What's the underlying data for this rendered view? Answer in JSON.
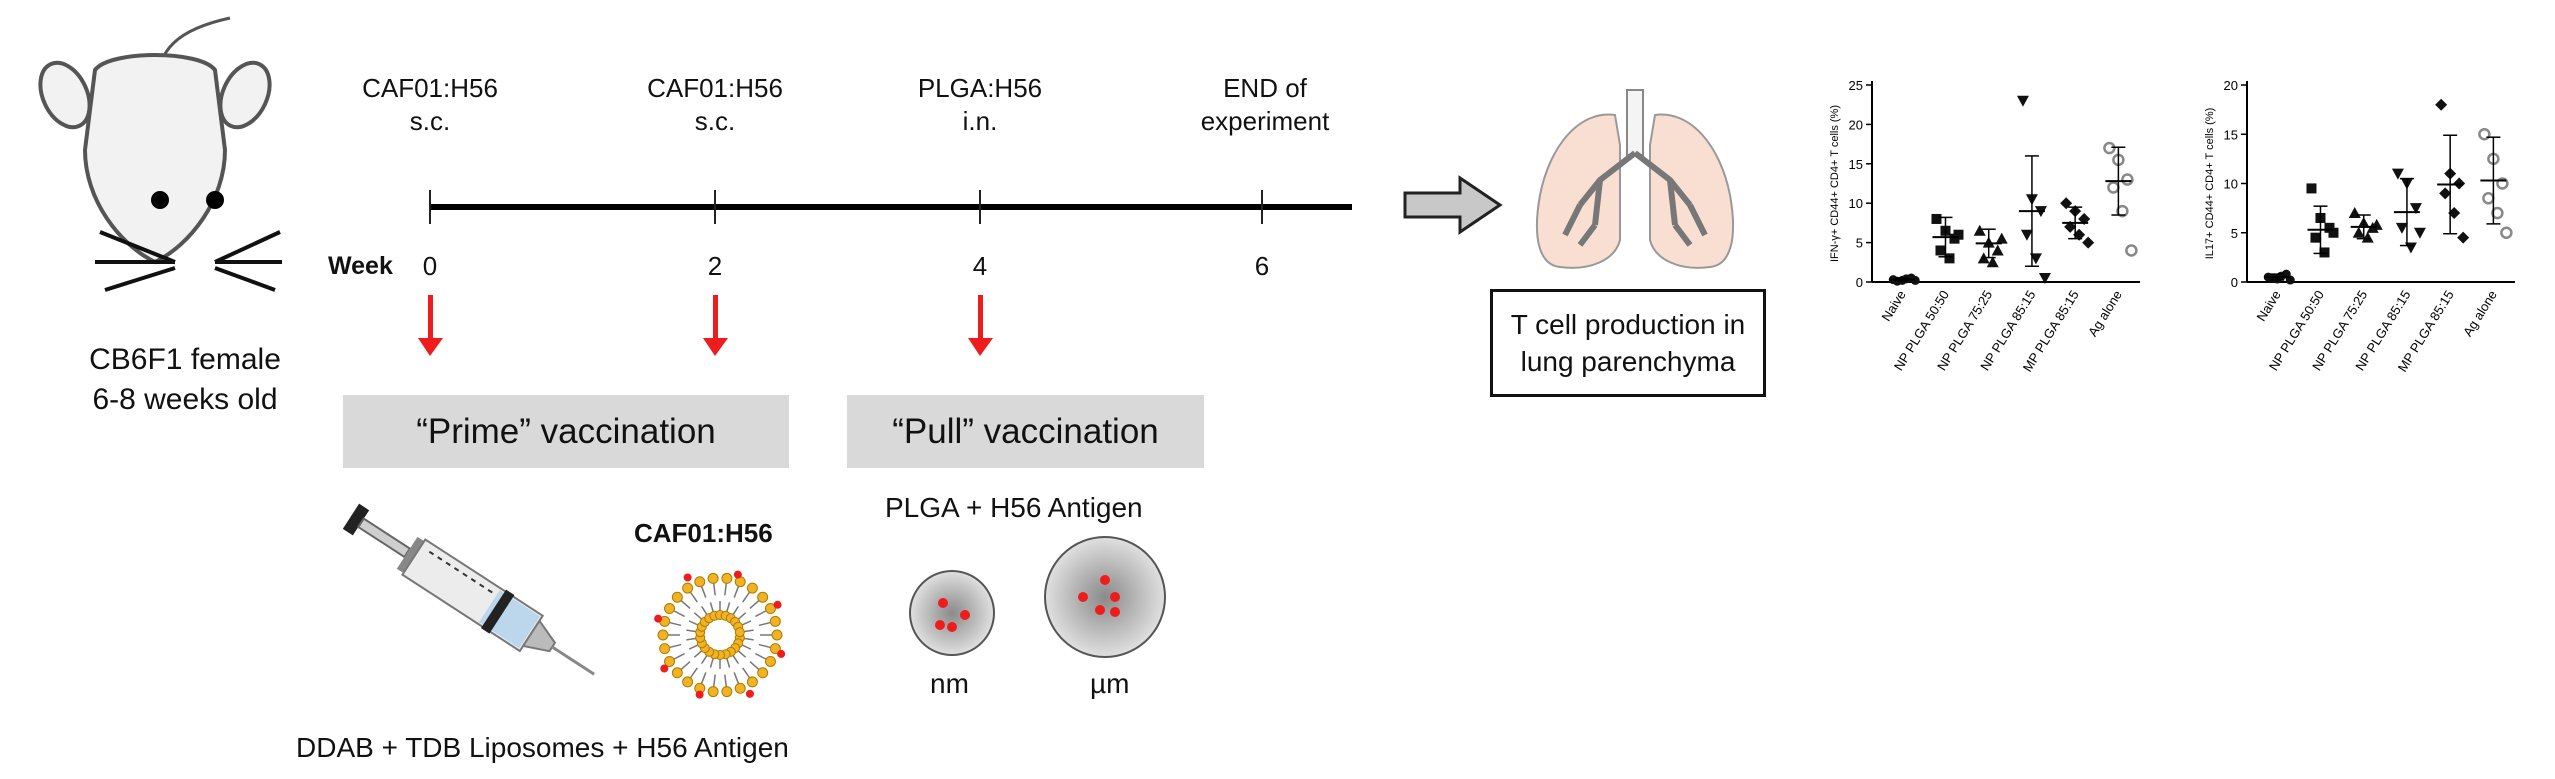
{
  "mouse": {
    "strain_line1": "CB6F1 female",
    "strain_line2": "6-8 weeks old"
  },
  "timeline": {
    "week_label": "Week",
    "events": [
      {
        "week": "0",
        "line1": "CAF01:H56",
        "line2": "s.c."
      },
      {
        "week": "2",
        "line1": "CAF01:H56",
        "line2": "s.c."
      },
      {
        "week": "4",
        "line1": "PLGA:H56",
        "line2": "i.n."
      },
      {
        "week": "6",
        "line1": "END of",
        "line2": "experiment"
      }
    ]
  },
  "prime": {
    "title": "“Prime” vaccination",
    "caf_label": "CAF01:H56",
    "caption": "DDAB + TDB Liposomes + H56 Antigen"
  },
  "pull": {
    "title": "“Pull” vaccination",
    "subtitle": "PLGA + H56 Antigen",
    "nm_label": "nm",
    "um_label": "µm"
  },
  "result_box": {
    "line1": "T cell production in",
    "line2": "lung parenchyma"
  },
  "colors": {
    "arrow_red": "#ee1c1c",
    "box_gray": "#d9d9d9",
    "lung_fill": "#f9dfd2"
  },
  "chart_data": [
    {
      "type": "scatter",
      "ylabel": "IFN-γ+ CD44+ CD4+ T cells (%)",
      "ylim": [
        0,
        25
      ],
      "yticks": [
        0,
        5,
        10,
        15,
        20,
        25
      ],
      "categories": [
        "Naive",
        "NP PLGA 50:50",
        "NP PLGA 75:25",
        "NP PLGA 85:15",
        "MP PLGA 85:15",
        "Ag alone"
      ],
      "markers": [
        "circle",
        "square",
        "triangle",
        "triangle-down",
        "diamond",
        "open-circle"
      ],
      "points": [
        [
          0.3,
          0.2,
          0.5,
          0.1,
          0.4,
          0.2
        ],
        [
          8.0,
          6.5,
          5.5,
          4.0,
          3.0,
          6.0
        ],
        [
          6.5,
          5.0,
          4.0,
          3.0,
          2.5,
          5.5
        ],
        [
          23.0,
          10.5,
          9.0,
          6.0,
          3.0,
          0.5
        ],
        [
          10.0,
          9.0,
          8.0,
          7.0,
          6.0,
          5.0
        ],
        [
          17.0,
          15.5,
          13.0,
          12.0,
          9.0,
          4.0
        ]
      ],
      "mean": [
        0.3,
        5.7,
        4.9,
        9.0,
        7.5,
        12.8
      ],
      "sd": [
        0.2,
        2.5,
        1.8,
        7.0,
        2.0,
        4.3
      ]
    },
    {
      "type": "scatter",
      "ylabel": "IL17+ CD44+ CD4+ T cells (%)",
      "ylim": [
        0,
        20
      ],
      "yticks": [
        0,
        5,
        10,
        15,
        20
      ],
      "categories": [
        "Naive",
        "NP PLGA 50:50",
        "NP PLGA 75:25",
        "NP PLGA 85:15",
        "MP PLGA 85:15",
        "Ag alone"
      ],
      "markers": [
        "circle",
        "square",
        "triangle",
        "triangle-down",
        "diamond",
        "open-circle"
      ],
      "points": [
        [
          0.5,
          0.3,
          0.8,
          0.4,
          0.6,
          0.2
        ],
        [
          9.5,
          6.5,
          5.5,
          4.5,
          3.0,
          5.0
        ],
        [
          7.0,
          6.0,
          5.5,
          5.0,
          4.5,
          5.8
        ],
        [
          11.0,
          10.0,
          7.5,
          5.5,
          3.5,
          5.0
        ],
        [
          18.0,
          11.0,
          10.0,
          9.0,
          7.0,
          4.5
        ],
        [
          15.0,
          12.5,
          10.0,
          8.5,
          7.0,
          5.0
        ]
      ],
      "mean": [
        0.5,
        5.3,
        5.6,
        7.1,
        9.9,
        10.3
      ],
      "sd": [
        0.3,
        2.4,
        1.2,
        3.4,
        5.0,
        4.4
      ]
    }
  ]
}
